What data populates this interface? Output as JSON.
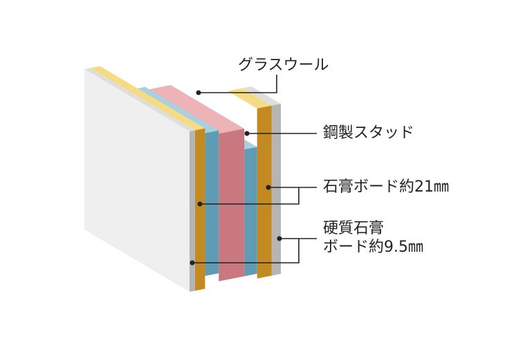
{
  "labels": {
    "glass_wool": "グラスウール",
    "steel_stud": "鋼製スタッド",
    "gypsum_board": "石膏ボード約21㎜",
    "hard_gypsum_line1": "硬質石膏",
    "hard_gypsum_line2": "ボード約9.5㎜"
  },
  "colors": {
    "board_face": "#efefef",
    "board_side": "#b5b5b5",
    "board_top": "#dedede",
    "gypsum_side": "#c48a22",
    "gypsum_top": "#f4dc86",
    "stud_side": "#5f9bb3",
    "stud_top": "#a9d0e0",
    "wool_side": "#c9787f",
    "wool_top": "#eeb3b6",
    "leader": "#222222"
  }
}
